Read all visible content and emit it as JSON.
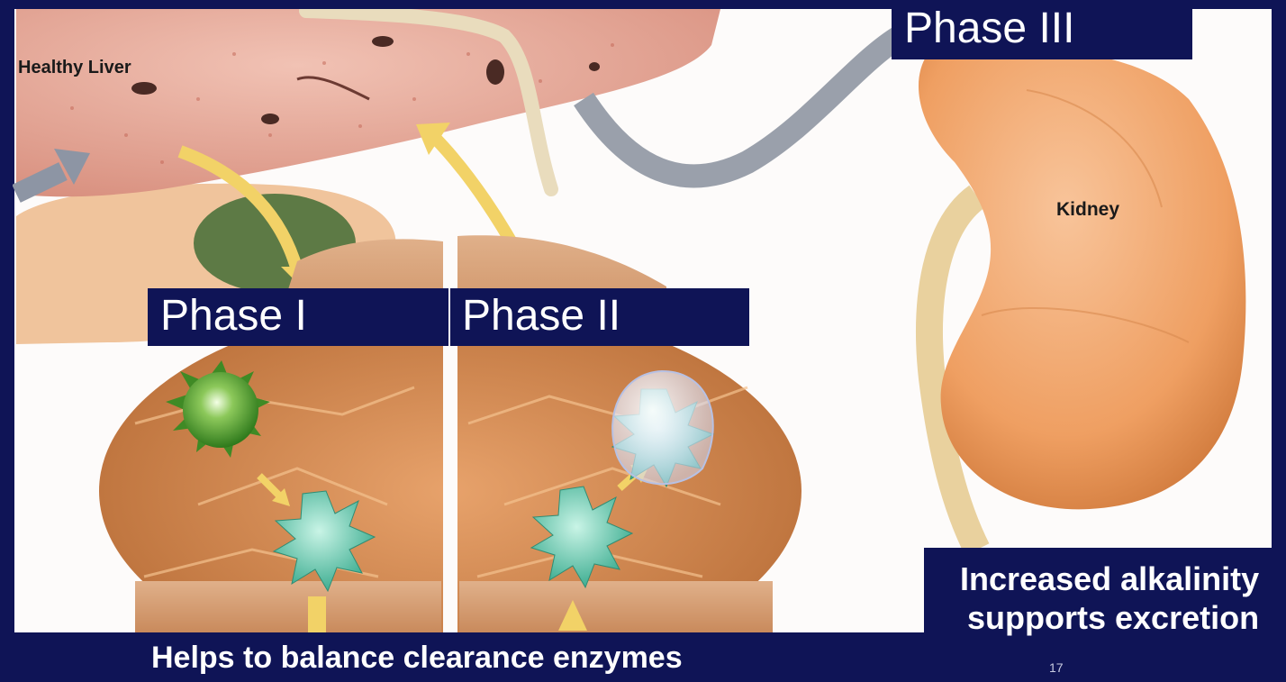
{
  "labels": {
    "liver": "Healthy Liver",
    "kidney": "Kidney",
    "phase1": "Phase I",
    "phase2": "Phase II",
    "phase3": "Phase III"
  },
  "captions": {
    "bottom": "Helps to balance clearance enzymes",
    "kidney_line1": "Increased alkalinity",
    "kidney_line2": "supports excretion"
  },
  "slide_number": "17",
  "colors": {
    "navy": "#0f1456",
    "liver": "#e3a99a",
    "kidney": "#f0a76f",
    "arrow_yellow": "#f2d267",
    "toxin_green": "#4f9a2e",
    "conjugate_teal": "#5fc9ad"
  }
}
